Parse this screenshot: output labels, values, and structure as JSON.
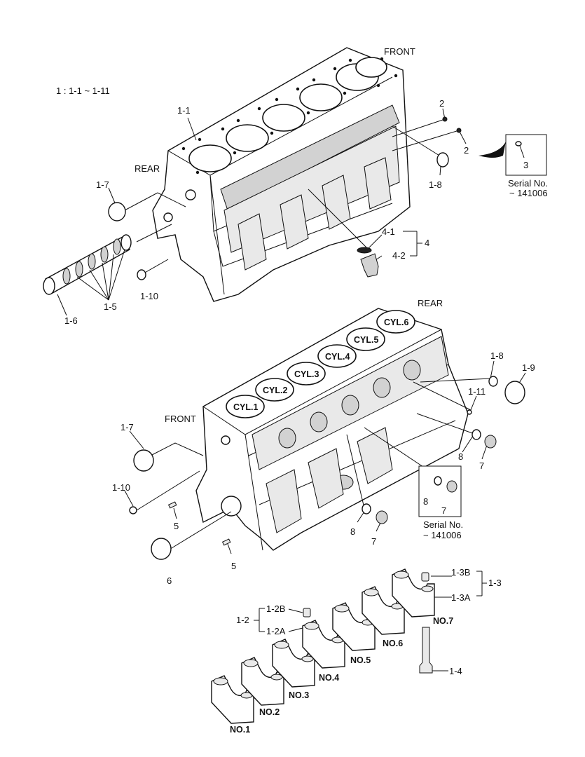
{
  "ref_note": "1 : 1-1 ~ 1-11",
  "serial_note": {
    "line1": "Serial No.",
    "line2": "~ 141006"
  },
  "orientation": {
    "front": "FRONT",
    "rear": "REAR"
  },
  "cylinders": [
    "CYL.1",
    "CYL.2",
    "CYL.3",
    "CYL.4",
    "CYL.5",
    "CYL.6"
  ],
  "bearing_caps": [
    "NO.1",
    "NO.2",
    "NO.3",
    "NO.4",
    "NO.5",
    "NO.6",
    "NO.7"
  ],
  "callouts": {
    "c1_1": "1-1",
    "c2a": "2",
    "c2b": "2",
    "c3": "3",
    "c1_7a": "1-7",
    "c1_8a": "1-8",
    "c1_10a": "1-10",
    "c1_5": "1-5",
    "c1_6": "1-6",
    "c4_1": "4-1",
    "c4": "4",
    "c4_2": "4-2",
    "c1_8b": "1-8",
    "c1_9": "1-9",
    "c1_11": "1-11",
    "c1_7b": "1-7",
    "c1_10b": "1-10",
    "c5a": "5",
    "c5b": "5",
    "c6": "6",
    "c8a": "8",
    "c7a": "7",
    "c8b": "8",
    "c7b": "7",
    "c8c": "8",
    "c7c": "7",
    "c1_3b": "1-3B",
    "c1_3": "1-3",
    "c1_3a": "1-3A",
    "c1_2b": "1-2B",
    "c1_2": "1-2",
    "c1_2a": "1-2A",
    "c1_4": "1-4"
  }
}
